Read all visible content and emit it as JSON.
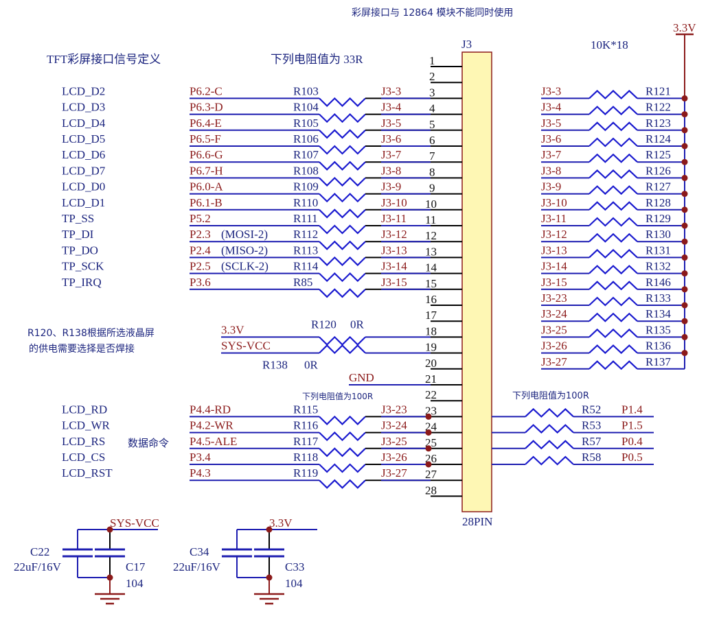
{
  "colors": {
    "wire": "#1c1cb0",
    "resistor": "#1a1acf",
    "pin_line": "#000000",
    "net_label": "#8b1a1a",
    "text": "#1a237e",
    "connector_fill": "#fef7b4",
    "connector_border": "#8b1a1a",
    "junction": "#8b1a1a",
    "power": "#8b1a1a"
  },
  "notes": {
    "top_note": "彩屏接口与 12864 模块不能同时使用",
    "section_title": "TFT彩屏接口信号定义",
    "resistor_note_33r": "下列电阻值为 33R",
    "resistor_note_100r_left": "下列电阻值为100R",
    "resistor_note_100r_right": "下列电阻值为100R",
    "pullup_note": "10K*18",
    "power_select_note_line1": "R120、R138根据所选液晶屏",
    "power_select_note_line2": "的供电需要选择是否焊接",
    "data_cmd_note": "数据命令"
  },
  "connector": {
    "ref": "J3",
    "part": "28PIN",
    "pins": [
      "1",
      "2",
      "3",
      "4",
      "5",
      "6",
      "7",
      "8",
      "9",
      "10",
      "11",
      "12",
      "13",
      "14",
      "15",
      "16",
      "17",
      "18",
      "19",
      "20",
      "21",
      "22",
      "23",
      "24",
      "25",
      "26",
      "27",
      "28"
    ]
  },
  "signal_rows": [
    {
      "signal": "LCD_D2",
      "port": "P6.2-C",
      "alt": "",
      "res": "R103",
      "net": "J3-3",
      "pin": 3
    },
    {
      "signal": "LCD_D3",
      "port": "P6.3-D",
      "alt": "",
      "res": "R104",
      "net": "J3-4",
      "pin": 4
    },
    {
      "signal": "LCD_D4",
      "port": "P6.4-E",
      "alt": "",
      "res": "R105",
      "net": "J3-5",
      "pin": 5
    },
    {
      "signal": "LCD_D5",
      "port": "P6.5-F",
      "alt": "",
      "res": "R106",
      "net": "J3-6",
      "pin": 6
    },
    {
      "signal": "LCD_D6",
      "port": "P6.6-G",
      "alt": "",
      "res": "R107",
      "net": "J3-7",
      "pin": 7
    },
    {
      "signal": "LCD_D7",
      "port": "P6.7-H",
      "alt": "",
      "res": "R108",
      "net": "J3-8",
      "pin": 8
    },
    {
      "signal": "LCD_D0",
      "port": "P6.0-A",
      "alt": "",
      "res": "R109",
      "net": "J3-9",
      "pin": 9
    },
    {
      "signal": "LCD_D1",
      "port": "P6.1-B",
      "alt": "",
      "res": "R110",
      "net": "J3-10",
      "pin": 10
    },
    {
      "signal": "TP_SS",
      "port": "P5.2",
      "alt": "",
      "res": "R111",
      "net": "J3-11",
      "pin": 11
    },
    {
      "signal": "TP_DI",
      "port": "P2.3",
      "alt": "(MOSI-2)",
      "res": "R112",
      "net": "J3-12",
      "pin": 12
    },
    {
      "signal": "TP_DO",
      "port": "P2.4",
      "alt": "(MISO-2)",
      "res": "R113",
      "net": "J3-13",
      "pin": 13
    },
    {
      "signal": "TP_SCK",
      "port": "P2.5",
      "alt": "(SCLK-2)",
      "res": "R114",
      "net": "J3-14",
      "pin": 14
    },
    {
      "signal": "TP_IRQ",
      "port": "P3.6",
      "alt": "",
      "res": "R85",
      "net": "J3-15",
      "pin": 15
    },
    {
      "signal": "LCD_RD",
      "port": "P4.4-RD",
      "alt": "",
      "res": "R115",
      "net": "J3-23",
      "pin": 23
    },
    {
      "signal": "LCD_WR",
      "port": "P4.2-WR",
      "alt": "",
      "res": "R116",
      "net": "J3-24",
      "pin": 24
    },
    {
      "signal": "LCD_RS",
      "port": "P4.5-ALE",
      "alt": "",
      "res": "R117",
      "net": "J3-25",
      "pin": 25
    },
    {
      "signal": "LCD_CS",
      "port": "P3.4",
      "alt": "",
      "res": "R118",
      "net": "J3-26",
      "pin": 26
    },
    {
      "signal": "LCD_RST",
      "port": "P4.3",
      "alt": "",
      "res": "R119",
      "net": "J3-27",
      "pin": 27
    }
  ],
  "power_rows": {
    "r120": {
      "net": "3.3V",
      "res": "R120",
      "value": "0R",
      "pin": 18
    },
    "r138": {
      "net": "SYS-VCC",
      "res": "R138",
      "value": "0R",
      "pin": 19
    },
    "gnd": {
      "net": "GND",
      "pin": 21
    }
  },
  "pullups": {
    "rail": "3.3V",
    "rows": [
      {
        "net": "J3-3",
        "res": "R121"
      },
      {
        "net": "J3-4",
        "res": "R122"
      },
      {
        "net": "J3-5",
        "res": "R123"
      },
      {
        "net": "J3-6",
        "res": "R124"
      },
      {
        "net": "J3-7",
        "res": "R125"
      },
      {
        "net": "J3-8",
        "res": "R126"
      },
      {
        "net": "J3-9",
        "res": "R127"
      },
      {
        "net": "J3-10",
        "res": "R128"
      },
      {
        "net": "J3-11",
        "res": "R129"
      },
      {
        "net": "J3-12",
        "res": "R130"
      },
      {
        "net": "J3-13",
        "res": "R131"
      },
      {
        "net": "J3-14",
        "res": "R132"
      },
      {
        "net": "J3-15",
        "res": "R146"
      },
      {
        "net": "J3-23",
        "res": "R133"
      },
      {
        "net": "J3-24",
        "res": "R134"
      },
      {
        "net": "J3-25",
        "res": "R135"
      },
      {
        "net": "J3-26",
        "res": "R136"
      },
      {
        "net": "J3-27",
        "res": "R137"
      }
    ]
  },
  "alt_outputs": [
    {
      "res": "R52",
      "port": "P1.4",
      "pin": 23
    },
    {
      "res": "R53",
      "port": "P1.5",
      "pin": 24
    },
    {
      "res": "R57",
      "port": "P0.4",
      "pin": 25
    },
    {
      "res": "R58",
      "port": "P0.5",
      "pin": 26
    }
  ],
  "decoupling": [
    {
      "rail": "SYS-VCC",
      "big_ref": "C22",
      "big_value": "22uF/16V",
      "small_ref": "C17",
      "small_value": "104"
    },
    {
      "rail": "3.3V",
      "big_ref": "C34",
      "big_value": "22uF/16V",
      "small_ref": "C33",
      "small_value": "104"
    }
  ]
}
